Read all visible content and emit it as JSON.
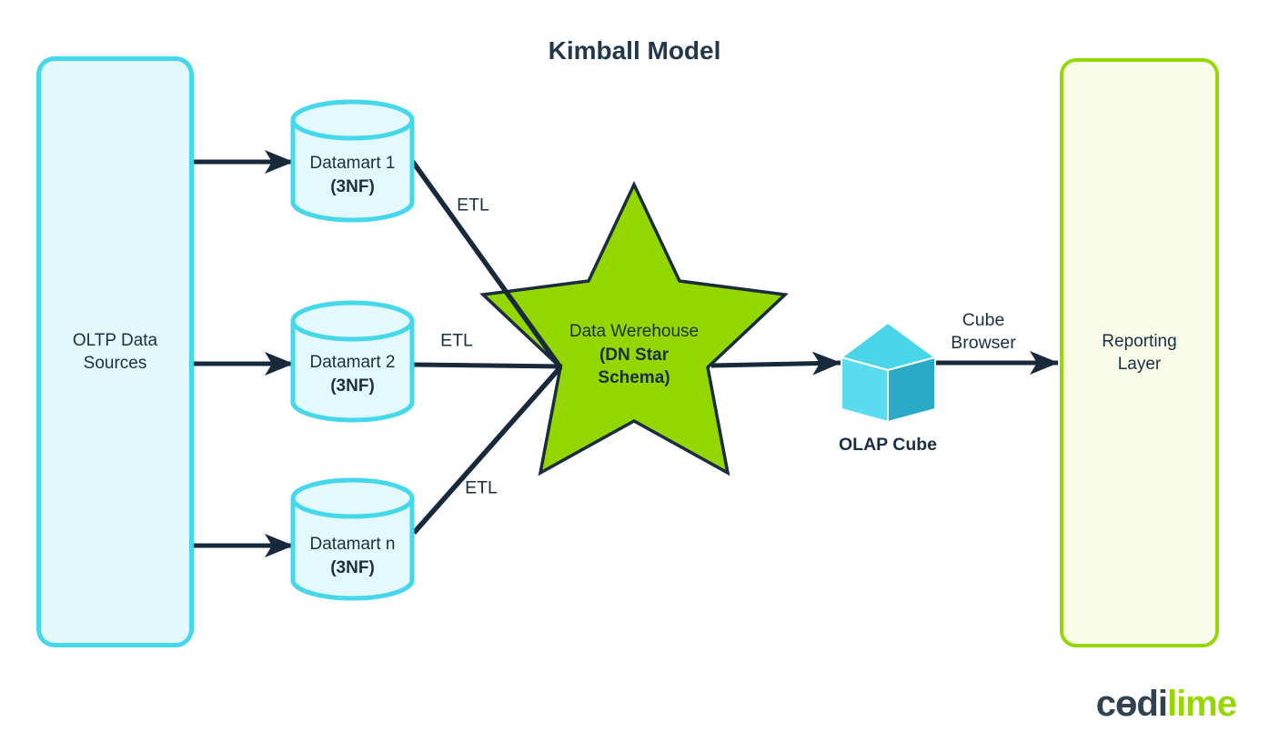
{
  "title": "Kimball Model",
  "colors": {
    "dark_navy": "#18293b",
    "cyan_border": "#45d7ea",
    "cyan_fill": "#e3f8fb",
    "lime": "#97d700",
    "lime_fill": "#f8fce9",
    "cube_top": "#49d6e9",
    "cube_left": "#5bdcee",
    "cube_right": "#2baac7"
  },
  "nodes": {
    "oltp": {
      "label": "OLTP Data Sources"
    },
    "datamarts": [
      {
        "name": "Datamart 1",
        "sub": "(3NF)"
      },
      {
        "name": "Datamart 2",
        "sub": "(3NF)"
      },
      {
        "name": "Datamart n",
        "sub": "(3NF)"
      }
    ],
    "warehouse": {
      "name": "Data Werehouse",
      "sub": "(DN Star Schema)"
    },
    "olap_cube": {
      "label": "OLAP Cube"
    },
    "reporting": {
      "label": "Reporting Layer"
    }
  },
  "edges": {
    "etl_labels": [
      "ETL",
      "ETL",
      "ETL"
    ],
    "cube_browser_label": "Cube Browser"
  },
  "logo": {
    "dark_1": "c",
    "dark_o": "o",
    "dark_2": "di",
    "accent": "lime"
  }
}
